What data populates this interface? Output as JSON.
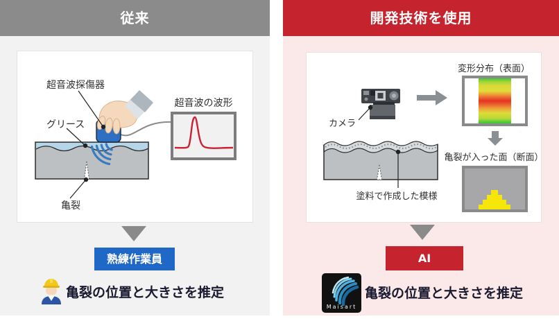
{
  "panels": {
    "left": {
      "header": "従来",
      "diagram": {
        "probe_label": "超音波探傷器",
        "grease_label": "グリース",
        "crack_label": "亀裂",
        "waveform_label": "超音波の波形"
      },
      "actor": "熟練作業員",
      "result": "亀裂の位置と大きさを推定"
    },
    "right": {
      "header": "開発技術を使用",
      "diagram": {
        "camera_label": "カメラ",
        "deformation_label": "変形分布（表面）",
        "crack_plane_label": "亀裂が入った面（断面）",
        "paint_label": "塗料で作成した模様"
      },
      "actor": "AI",
      "logo_text": "Maisart",
      "result": "亀裂の位置と大きさを推定"
    }
  },
  "colors": {
    "header_gray": "#8b8b8b",
    "header_red": "#c5232e",
    "panel_left_bg": "#f2f2f2",
    "panel_right_bg": "#fbe9e9",
    "actor_blue": "#1f68c5",
    "waveform_red": "#cb2132",
    "material_gray": "#bcc0c3",
    "grease_blue": "#b5d6e9",
    "probe_blue": "#2f6fc2",
    "heat_red": "#e6341f",
    "crack_plane_yellow": "#f6e60a"
  }
}
